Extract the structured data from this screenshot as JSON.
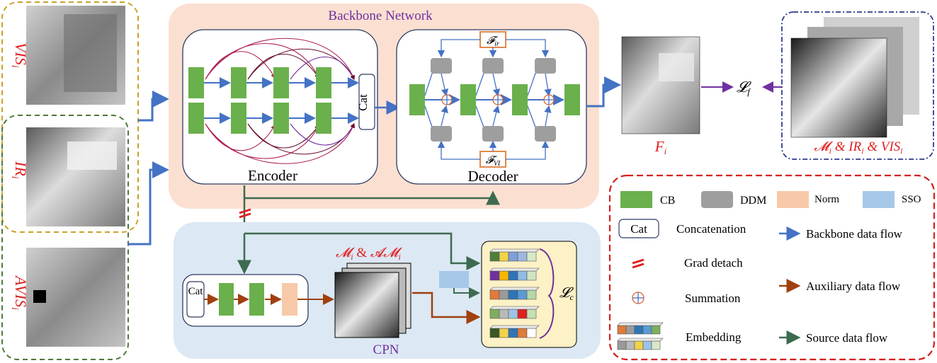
{
  "inputs": {
    "vis_label": "VIS",
    "vis_sub": "i",
    "ir_label": "IR",
    "ir_sub": "i",
    "avis_label": "AVIS",
    "avis_sub": "i"
  },
  "backbone": {
    "title": "Backbone Network",
    "encoder_label": "Encoder",
    "decoder_label": "Decoder",
    "cat_label": "Cat",
    "f_ir_label": "𝓕",
    "f_ir_sub": "ir",
    "f_vi_label": "𝓕",
    "f_vi_sub": "VI"
  },
  "cpn": {
    "title": "CPN",
    "cat_label": "Cat",
    "mask_label": "𝓜",
    "mask_sub": "i",
    "amp": "&",
    "amask_label": "𝓐𝓜",
    "amask_sub": "i",
    "loss_c": "𝓛",
    "loss_c_sub": "c"
  },
  "output": {
    "fused_label": "F",
    "fused_sub": "i",
    "loss_f": "𝓛",
    "loss_f_sub": "f",
    "source_label": "𝓜",
    "source_sub": "i",
    "source_rest": " & IR",
    "source_rest_sub": "i",
    "source_rest2": " & VIS",
    "source_rest2_sub": "i"
  },
  "legend": {
    "cb": "CB",
    "ddm": "DDM",
    "norm": "Norm",
    "sso": "SSO",
    "cat_box": "Cat",
    "concatenation": "Concatenation",
    "backbone_flow": "Backbone data flow",
    "grad_detach": "Grad detach",
    "summation": "Summation",
    "auxiliary_flow": "Auxiliary data flow",
    "embedding": "Embedding",
    "source_flow": "Source data flow"
  },
  "colors": {
    "green_block": "#6ab04c",
    "gray_block": "#9e9e9e",
    "norm": "#f7c9a9",
    "sso": "#a7c8e8",
    "backbone_bg": "#fbe0d2",
    "cpn_bg": "#dce8f4",
    "blue_arrow": "#4472c4",
    "brown_arrow": "#a0400f",
    "teal_arrow": "#3d6b4f",
    "red_text": "#e02020",
    "purple_text": "#7030a0"
  }
}
